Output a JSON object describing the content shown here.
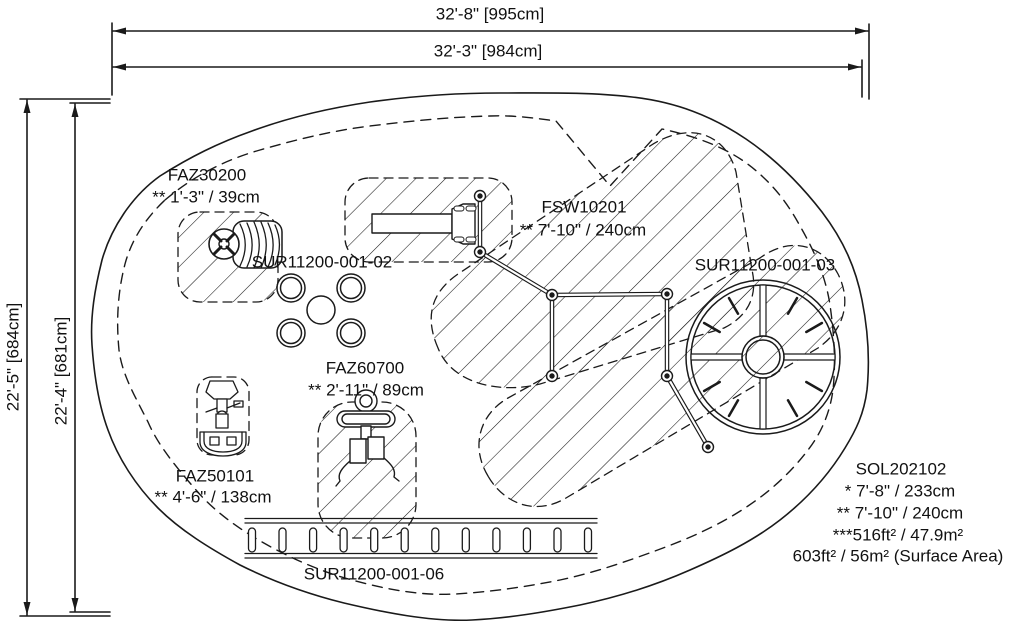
{
  "dimensions": {
    "top_outer": "32'-8\" [995cm]",
    "top_inner": "32'-3\" [984cm]",
    "left_outer": "22'-5\" [684cm]",
    "left_inner": "22'-4\" [681cm]"
  },
  "equipment": {
    "faz30200": {
      "label": "FAZ30200",
      "spec": "** 1'-3\" / 39cm"
    },
    "sur02": {
      "label": "SUR11200-001-02"
    },
    "fsw10201": {
      "label": "FSW10201",
      "spec": "** 7'-10\" / 240cm"
    },
    "sur03": {
      "label": "SUR11200-001-03"
    },
    "faz60700": {
      "label": "FAZ60700",
      "spec": "** 2'-11\" / 89cm"
    },
    "faz50101": {
      "label": "FAZ50101",
      "spec": "** 4'-6\" / 138cm"
    },
    "sur06": {
      "label": "SUR11200-001-06"
    }
  },
  "summary": {
    "code": "SOL202102",
    "line1": "* 7'-8\" / 233cm",
    "line2": "** 7'-10\" / 240cm",
    "line3": "***516ft² / 47.9m²",
    "line4": "603ft² / 56m² (Surface Area)"
  },
  "colors": {
    "line": "#1a1a1a",
    "background": "#ffffff"
  }
}
